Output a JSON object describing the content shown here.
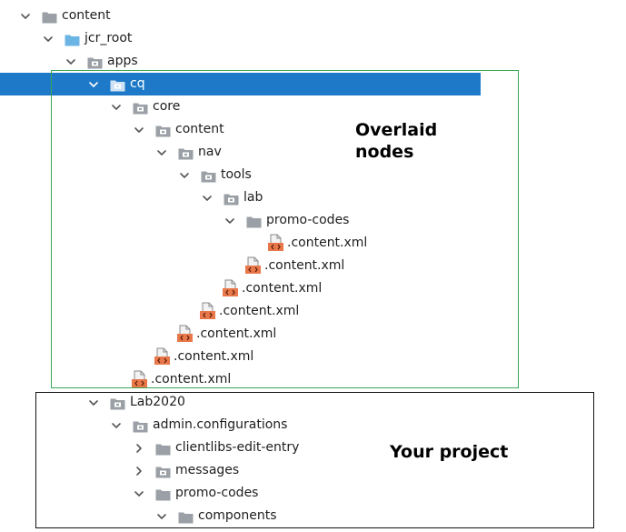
{
  "colors": {
    "selection": "#1e7ac8",
    "folder": "#9aa0a6",
    "jcr_root_folder": "#6cb4e4",
    "xml_icon": "#e8774a",
    "overlay_box": "#3aa655",
    "project_box": "#111111"
  },
  "tree": [
    {
      "label": "content",
      "depth": 0,
      "icon": "folder-icon",
      "expander": "expanded"
    },
    {
      "label": "jcr_root",
      "depth": 1,
      "icon": "root-folder-icon",
      "expander": "expanded"
    },
    {
      "label": "apps",
      "depth": 2,
      "icon": "package-folder-icon",
      "expander": "expanded"
    },
    {
      "label": "cq",
      "depth": 3,
      "icon": "package-folder-icon",
      "expander": "expanded",
      "selected": true
    },
    {
      "label": "core",
      "depth": 4,
      "icon": "package-folder-icon",
      "expander": "expanded"
    },
    {
      "label": "content",
      "depth": 5,
      "icon": "package-folder-icon",
      "expander": "expanded"
    },
    {
      "label": "nav",
      "depth": 6,
      "icon": "package-folder-icon",
      "expander": "expanded"
    },
    {
      "label": "tools",
      "depth": 7,
      "icon": "package-folder-icon",
      "expander": "expanded"
    },
    {
      "label": "lab",
      "depth": 8,
      "icon": "package-folder-icon",
      "expander": "expanded"
    },
    {
      "label": "promo-codes",
      "depth": 9,
      "icon": "folder-icon",
      "expander": "expanded"
    },
    {
      "label": ".content.xml",
      "depth": 10,
      "icon": "xml-file-icon"
    },
    {
      "label": ".content.xml",
      "depth": 9,
      "icon": "xml-file-icon"
    },
    {
      "label": ".content.xml",
      "depth": 8,
      "icon": "xml-file-icon"
    },
    {
      "label": ".content.xml",
      "depth": 7,
      "icon": "xml-file-icon"
    },
    {
      "label": ".content.xml",
      "depth": 6,
      "icon": "xml-file-icon"
    },
    {
      "label": ".content.xml",
      "depth": 5,
      "icon": "xml-file-icon"
    },
    {
      "label": ".content.xml",
      "depth": 4,
      "icon": "xml-file-icon"
    },
    {
      "label": "Lab2020",
      "depth": 3,
      "icon": "package-folder-icon",
      "expander": "expanded"
    },
    {
      "label": "admin.configurations",
      "depth": 4,
      "icon": "package-folder-icon",
      "expander": "expanded"
    },
    {
      "label": "clientlibs-edit-entry",
      "depth": 5,
      "icon": "folder-icon",
      "expander": "collapsed"
    },
    {
      "label": "messages",
      "depth": 5,
      "icon": "package-folder-icon",
      "expander": "collapsed"
    },
    {
      "label": "promo-codes",
      "depth": 5,
      "icon": "folder-icon",
      "expander": "expanded"
    },
    {
      "label": "components",
      "depth": 6,
      "icon": "folder-icon",
      "expander": "expanded"
    }
  ],
  "annotations": {
    "overlaid": "Overlaid\nnodes",
    "project": "Your project"
  }
}
